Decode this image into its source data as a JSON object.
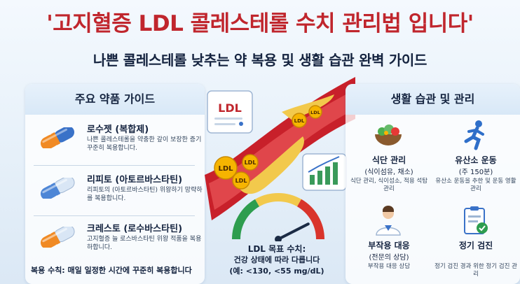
{
  "title": "'고지혈증 LDL 콜레스테롤 수치 관리법 입니다'",
  "subtitle": "나쁜 콜레스테롤 낮추는 약 복용 및 생활 습관 완벽 가이드",
  "left_panel": {
    "heading": "주요 약품 가이드",
    "drugs": [
      {
        "name": "로수젯 (복합제)",
        "desc": "나쁜 콜레스테롤을 약충한 갚이 보장한 증기 꾸준히 복용합니다.",
        "colors": [
          "#f08a24",
          "#3a72c8"
        ]
      },
      {
        "name": "리피토 (아토르바스타틴)",
        "desc": "리피토의 (아토르바스타틴) 위왕하기 망략하를 복용합니다.",
        "colors": [
          "#4e86d6",
          "#d9e6f5"
        ]
      },
      {
        "name": "크레스토 (로수바스타틴)",
        "desc": "고지혈증 늘 로스바스타틴 위왕 적품을 복용하합니다.",
        "colors": [
          "#f08a24",
          "#d9e6f5"
        ]
      }
    ],
    "footer": "복용 수칙: 매일 일정한 시간에 꾸준히 복용합니다"
  },
  "center": {
    "ldl_label": "LDL",
    "plaque_labels": [
      "LDL",
      "LDL",
      "LDL",
      "LDL",
      "LDL"
    ],
    "target_title": "LDL 목표 수치:",
    "target_line1": "건강 상태에 따라 다릅니다",
    "target_line2": "(예: <130, <55 mg/dL)",
    "gauge_level": 0.85
  },
  "right_panel": {
    "heading": "생활 습관 및 관리",
    "habits": [
      {
        "title": "식단 관리",
        "sub": "(식이섬유, 채소)",
        "desc": "식단 관리, 식이섬소, 적용 석탐 관리",
        "icon": "salad-bowl-icon"
      },
      {
        "title": "유산소 운동",
        "sub": "(주 150분)",
        "desc": "유산소 운동을 추한 및 운동 영활 관리",
        "icon": "running-person-icon"
      },
      {
        "title": "부작용 대응",
        "sub": "(전문의 상담)",
        "desc": "부작용 대응 상담",
        "icon": "doctor-icon"
      },
      {
        "title": "정기 검진",
        "sub": "",
        "desc": "정기 검진 경과 위한 정기 검진 관리",
        "icon": "checkup-clipboard-icon"
      }
    ]
  },
  "colors": {
    "title_red": "#c0262d",
    "artery_red": "#c8202a",
    "plaque_yellow": "#f2c94c",
    "accent_blue": "#3a72c8"
  }
}
